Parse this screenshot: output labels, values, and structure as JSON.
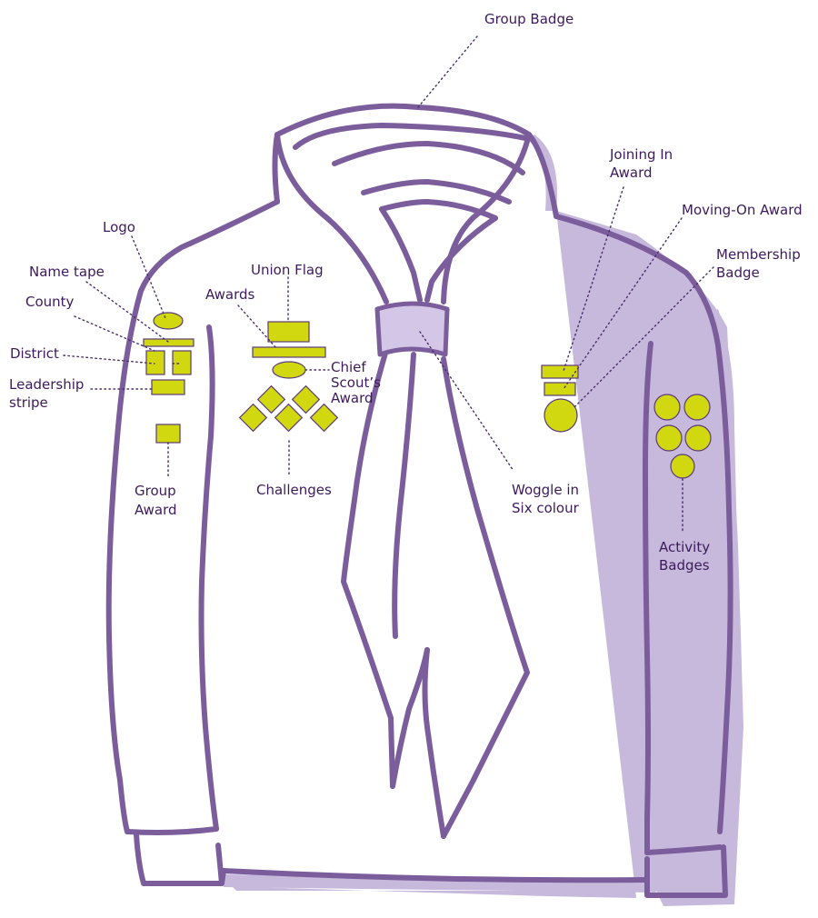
{
  "colors": {
    "outline": "#7b5d9c",
    "shadow": "#c7b9dc",
    "badge_fill": "#d1d80f",
    "label_text": "#3d1a5c",
    "woggle": "#d4c6e6"
  },
  "labels": {
    "group_badge": "Group Badge",
    "joining_in_1": "Joining In",
    "joining_in_2": "Award",
    "moving_on": "Moving-On Award",
    "membership_1": "Membership",
    "membership_2": "Badge",
    "logo": "Logo",
    "name_tape": "Name tape",
    "county": "County",
    "district": "District",
    "leadership_1": "Leadership",
    "leadership_2": "stripe",
    "union_flag": "Union Flag",
    "awards": "Awards",
    "chief_1": "Chief",
    "chief_2": "Scout’s",
    "chief_3": "Award",
    "group_award_1": "Group",
    "group_award_2": "Award",
    "challenges": "Challenges",
    "woggle_1": "Woggle in",
    "woggle_2": "Six colour",
    "activity_1": "Activity",
    "activity_2": "Badges"
  }
}
